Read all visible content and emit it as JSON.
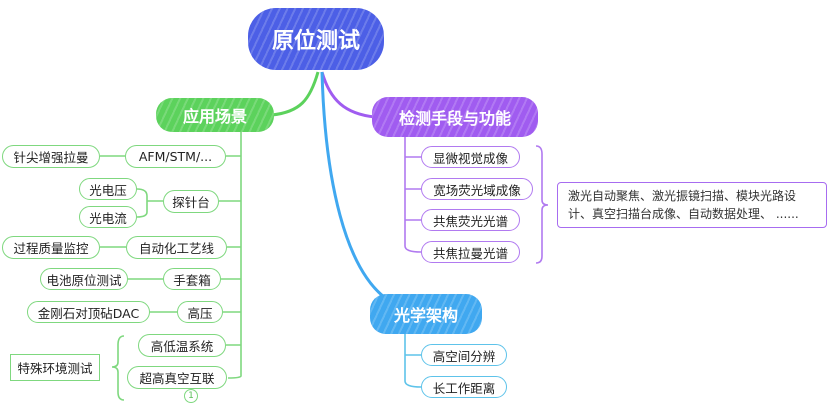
{
  "root": {
    "label": "原位测试",
    "color": "#4c5fe6"
  },
  "applications": {
    "label": "应用场景",
    "color": "#5cd25c",
    "items": [
      {
        "label": "AFM/STM/...",
        "children": [
          "针尖增强拉曼"
        ]
      },
      {
        "label": "探针台",
        "children": [
          "光电压",
          "光电流"
        ]
      },
      {
        "label": "自动化工艺线",
        "children": [
          "过程质量监控"
        ]
      },
      {
        "label": "手套箱",
        "children": [
          "电池原位测试"
        ]
      },
      {
        "label": "高压",
        "children": [
          "金刚石对顶砧DAC"
        ]
      },
      {
        "label": "高低温系统"
      },
      {
        "label": "超高真空互联",
        "badge": "1"
      }
    ],
    "group_summary": "特殊环境测试"
  },
  "detection": {
    "label": "检测手段与功能",
    "color": "#a05cf0",
    "items": [
      "显微视觉成像",
      "宽场荧光域成像",
      "共焦荧光光谱",
      "共焦拉曼光谱"
    ],
    "summary": "激光自动聚焦、激光振镜扫描、模块光路设计、真空扫描台成像、自动数据处理、   ......"
  },
  "optics": {
    "label": "光学架构",
    "color": "#40a8f0",
    "items": [
      "高空间分辨",
      "长工作距离"
    ]
  }
}
